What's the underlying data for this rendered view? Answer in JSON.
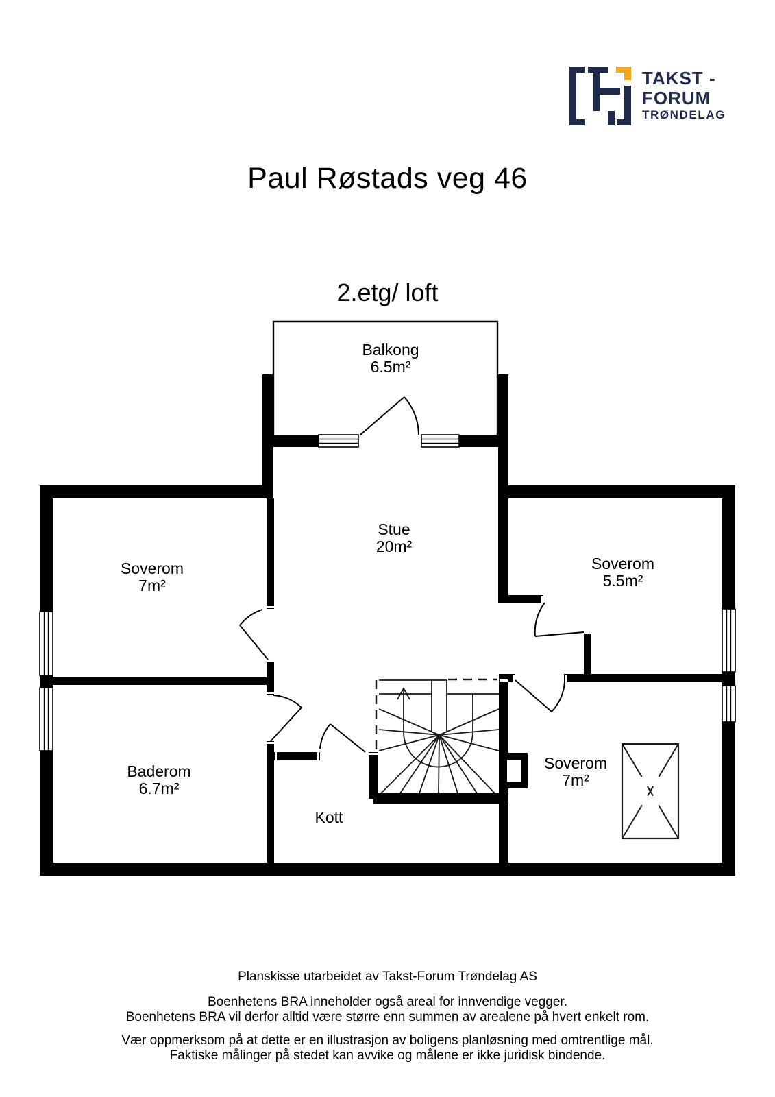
{
  "brand": {
    "line1": "TAKST -",
    "line2": "FORUM",
    "line3": "TRØNDELAG",
    "navy": "#1f2b4d",
    "yellow": "#f2a71c"
  },
  "title": "Paul Røstads veg 46",
  "floor_label": "2.etg/ loft",
  "rooms": {
    "balkong": {
      "name": "Balkong",
      "area": "6.5m²"
    },
    "stue": {
      "name": "Stue",
      "area": "20m²"
    },
    "soverom_venstre": {
      "name": "Soverom",
      "area": "7m²"
    },
    "soverom_hoyre": {
      "name": "Soverom",
      "area": "5.5m²"
    },
    "baderom": {
      "name": "Baderom",
      "area": "6.7m²"
    },
    "kott": {
      "name": "Kott"
    },
    "soverom_nede": {
      "name": "Soverom",
      "area": "7m²"
    }
  },
  "footer": {
    "line1": "Planskisse utarbeidet av Takst-Forum Trøndelag AS",
    "line2": "Boenhetens BRA inneholder også areal for innvendige vegger.",
    "line3": "Boenhetens BRA vil derfor alltid være større enn summen av arealene på hvert enkelt rom.",
    "line4": "Vær oppmerksom på at dette er en illustrasjon av boligens planløsning med omtrentlige mål.",
    "line5": "Faktiske målinger på stedet kan avvike og målene er ikke juridisk bindende."
  }
}
